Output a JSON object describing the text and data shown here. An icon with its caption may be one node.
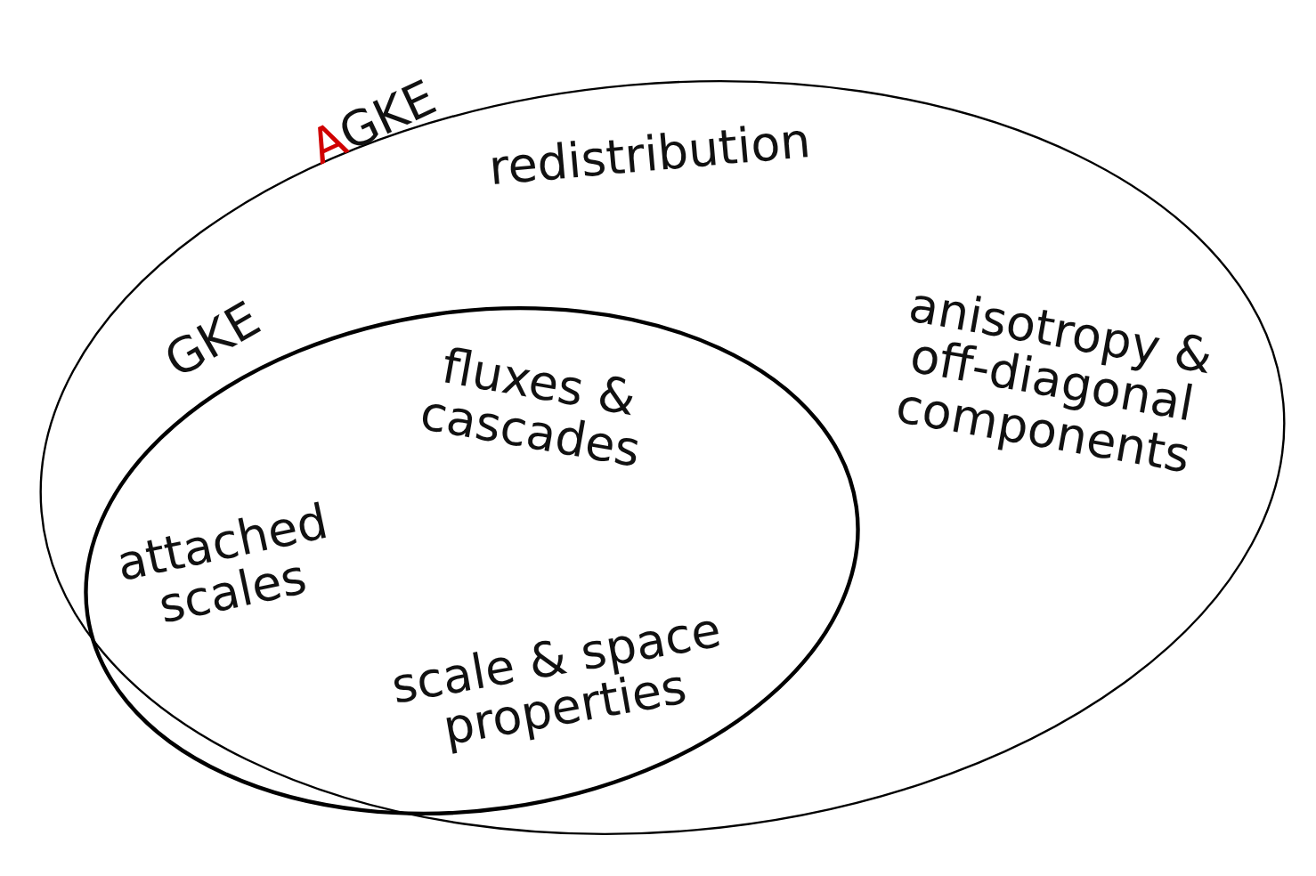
{
  "diagram": {
    "nodes": [
      {
        "text": [
          "AGKE",
          "redistribution",
          "anisotropy & off-diagonal components"
        ]
      },
      {
        "text": [
          "GKE",
          "fluxes & cascades",
          "attached scales",
          "scale & space properties"
        ],
        "in": 0
      }
    ]
  }
}
